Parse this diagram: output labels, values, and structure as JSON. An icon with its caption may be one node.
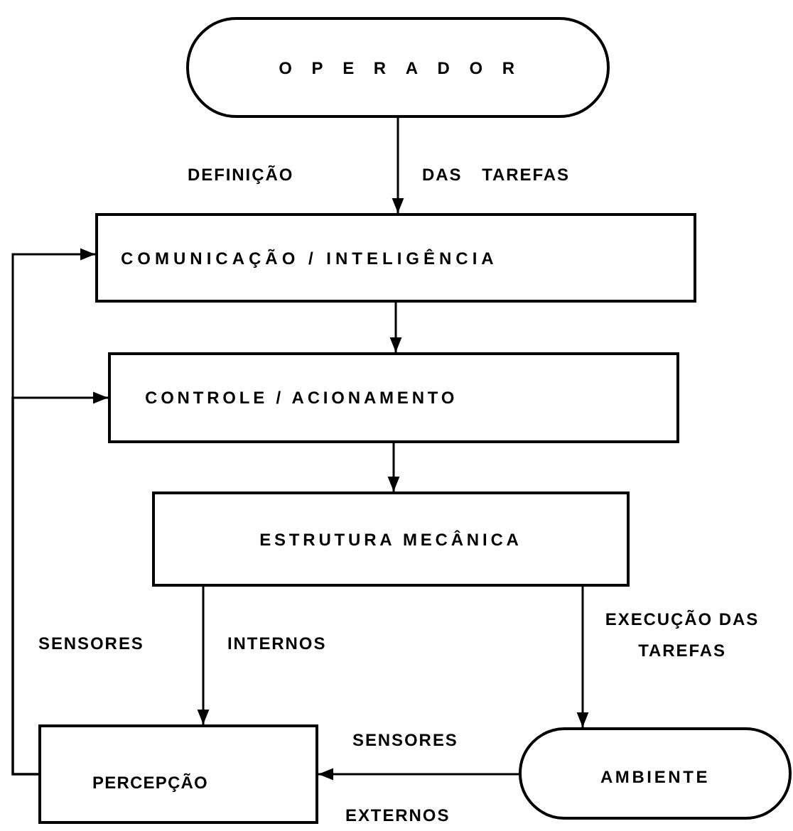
{
  "diagram": {
    "nodes": [
      {
        "text": [
          "OPERADOR"
        ]
      },
      {
        "text": [
          "COMUNICAÇÃO / INTELIGÊNCIA"
        ]
      },
      {
        "text": [
          "CONTROLE / ACIONAMENTO"
        ]
      },
      {
        "text": [
          "ESTRUTURA MECÂNICA"
        ]
      },
      {
        "text": [
          "PERCEPÇÃO"
        ]
      },
      {
        "text": [
          "AMBIENTE"
        ]
      }
    ],
    "edges": [
      {
        "from": 0,
        "to": 1,
        "arrow": "to"
      },
      {
        "from": 1,
        "to": 2,
        "arrow": "to"
      },
      {
        "from": 2,
        "to": 3,
        "arrow": "to"
      },
      {
        "from": 3,
        "to": 4,
        "arrow": "to"
      },
      {
        "from": 3,
        "to": 5,
        "arrow": "to",
        "label": "EXECUÇÃO DAS TAREFAS"
      },
      {
        "from": 5,
        "to": 4,
        "arrow": "to"
      },
      {
        "from": 4,
        "to": 1,
        "arrow": "to"
      },
      {
        "from": 4,
        "to": 2,
        "arrow": "to"
      }
    ],
    "labels": [
      "DEFINIÇÃO",
      "DAS TAREFAS",
      "SENSORES",
      "INTERNOS",
      "SENSORES",
      "EXTERNOS"
    ]
  }
}
